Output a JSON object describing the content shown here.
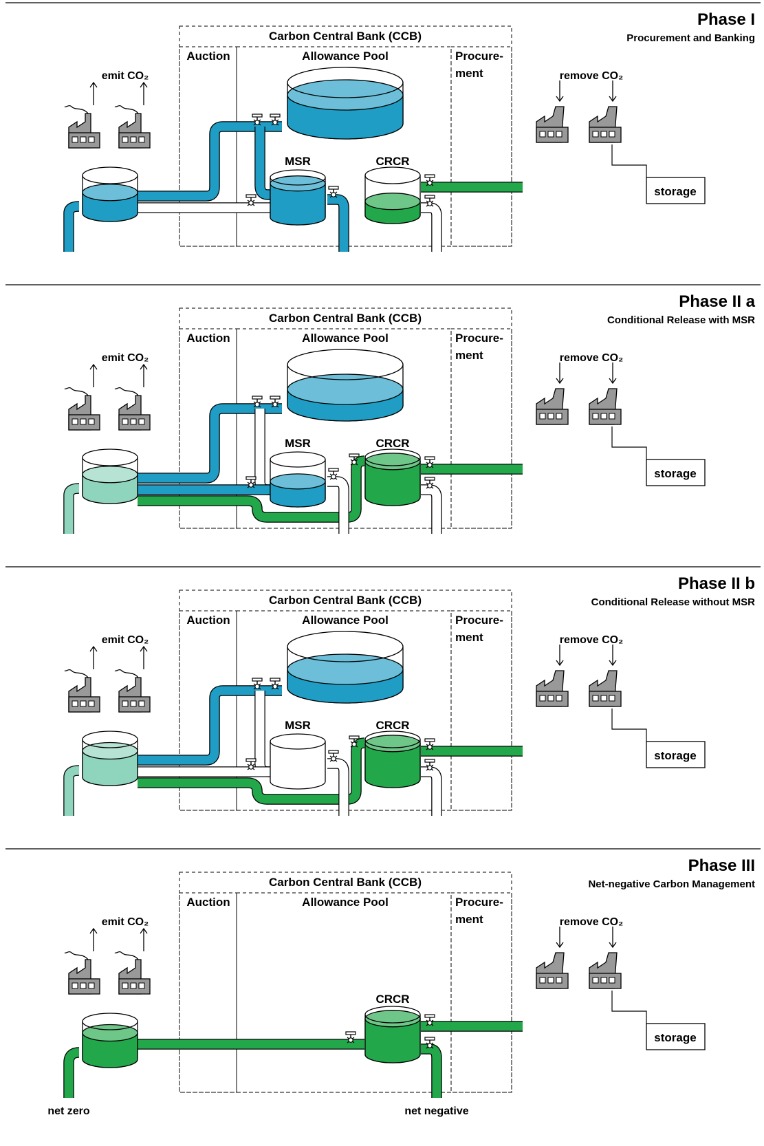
{
  "labels": {
    "bank": "Carbon Central Bank (CCB)",
    "auction": "Auction",
    "pool": "Allowance Pool",
    "procurement_line1": "Procure-",
    "procurement_line2": "ment",
    "msr": "MSR",
    "crcr": "CRCR",
    "emit": "emit CO₂",
    "remove": "remove CO₂",
    "storage": "storage"
  },
  "colors": {
    "blue": "#1f9dc4",
    "blue_light": "#5ebfd5",
    "green": "#22a84a",
    "green_light": "#8fce8f",
    "mint": "#8fd4bc",
    "mint_light": "#a9d6cb",
    "white": "#ffffff",
    "factory_gray": "#999999"
  },
  "phases": [
    {
      "id": "phase-1",
      "title": "Phase I",
      "subtitle": "Procurement and Banking",
      "tanks": {
        "emitter": {
          "fill": 0.55,
          "color": "blue"
        },
        "pool": {
          "fill": 0.7,
          "color": "blue"
        },
        "msr": {
          "fill": 0.85,
          "color": "blue"
        },
        "crcr": {
          "fill": 0.35,
          "color": "green"
        }
      }
    },
    {
      "id": "phase-2a",
      "title": "Phase II a",
      "subtitle": "Conditional Release with MSR",
      "tanks": {
        "emitter": {
          "fill": 0.55,
          "color": "mint"
        },
        "pool": {
          "fill": 0.4,
          "color": "blue"
        },
        "msr": {
          "fill": 0.45,
          "color": "blue"
        },
        "crcr": {
          "fill": 0.9,
          "color": "green"
        }
      }
    },
    {
      "id": "phase-2b",
      "title": "Phase II b",
      "subtitle": "Conditional Release without MSR",
      "tanks": {
        "emitter": {
          "fill": 0.7,
          "color": "mint"
        },
        "pool": {
          "fill": 0.45,
          "color": "blue"
        },
        "msr": {
          "fill": 0.0,
          "color": "white"
        },
        "crcr": {
          "fill": 0.9,
          "color": "green"
        }
      }
    },
    {
      "id": "phase-3",
      "title": "Phase III",
      "subtitle": "Net-negative Carbon Management",
      "tanks": {
        "emitter": {
          "fill": 0.7,
          "color": "green"
        },
        "crcr": {
          "fill": 0.9,
          "color": "green"
        }
      }
    }
  ],
  "bottom_labels": {
    "net_zero": "net zero",
    "net_negative": "net negative"
  }
}
